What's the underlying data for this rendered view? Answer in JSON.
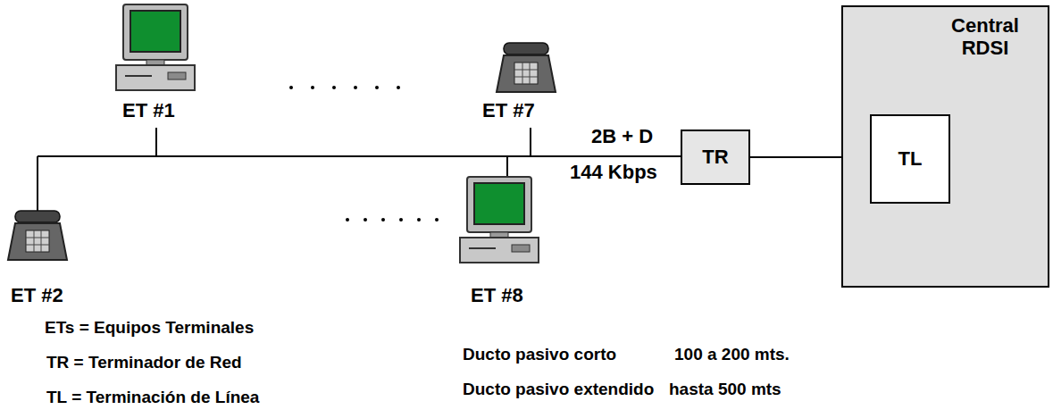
{
  "diagram": {
    "nodes": [
      {
        "text": [
          "TR"
        ]
      },
      {
        "text": [
          "Central RDSI"
        ]
      },
      {
        "text": [
          "TL"
        ],
        "in": 1
      }
    ],
    "edges": [
      {
        "from": 0,
        "to": 2,
        "arrow": "none"
      }
    ],
    "labels": [
      "ET #1",
      "ET #7",
      "2B + D",
      "144 Kbps",
      "ET #2",
      "ET #8",
      "ETs = Equipos Terminales",
      "TR = Terminador de Red",
      "TL = Terminación de Línea",
      "Ducto pasivo corto",
      "100 a 200 mts.",
      "Ducto pasivo extendido",
      "hasta 500 mts"
    ]
  }
}
